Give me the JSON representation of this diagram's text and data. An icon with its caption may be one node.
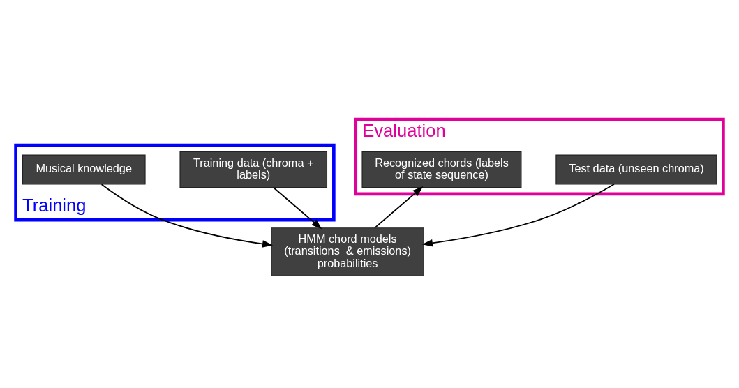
{
  "diagram": {
    "nodes": [
      {
        "text": [
          "Training"
        ]
      },
      {
        "text": [
          "Training data (chroma + labels)"
        ],
        "in": 0
      },
      {
        "text": [
          "Musical knowledge"
        ],
        "in": 0
      },
      {
        "text": [
          "Evaluation"
        ]
      },
      {
        "text": [
          "HMM chord models (transitions  & emissions) probabilities"
        ]
      },
      {
        "text": [
          "Test data (unseen chroma)"
        ],
        "in": 3
      },
      {
        "text": [
          "Recognized chords (labels of state sequence)"
        ],
        "in": 3
      }
    ],
    "edges": [
      {
        "from": 1,
        "to": 4,
        "arrow": "to"
      },
      {
        "from": 2,
        "to": 4,
        "arrow": "to"
      },
      {
        "from": 5,
        "to": 4,
        "arrow": "to"
      },
      {
        "from": 4,
        "to": 6,
        "arrow": "to"
      }
    ]
  }
}
